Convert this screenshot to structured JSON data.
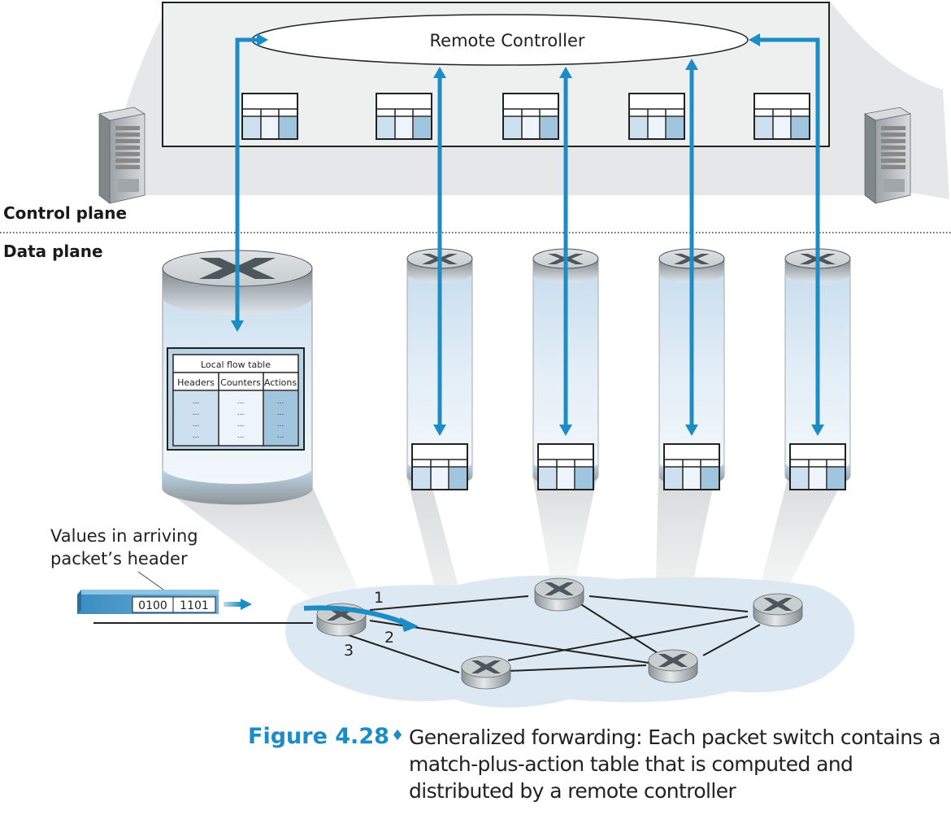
{
  "control_plane": {
    "label": "Control plane",
    "controller_label": "Remote Controller"
  },
  "data_plane": {
    "label": "Data plane",
    "local_flow_table": {
      "title": "Local flow table",
      "columns": [
        "Headers",
        "Counters",
        "Actions"
      ],
      "rows": [
        [
          "...",
          "...",
          "..."
        ],
        [
          "...",
          "...",
          "..."
        ],
        [
          "...",
          "...",
          "..."
        ],
        [
          "...",
          "...",
          "..."
        ]
      ]
    }
  },
  "packet": {
    "callout": "Values in arriving packet’s header",
    "callout_line1": "Values in arriving",
    "callout_line2": "packet’s header",
    "header_fields": [
      "0100",
      "1101"
    ]
  },
  "ports": [
    "1",
    "2",
    "3"
  ],
  "caption": {
    "figure": "Figure 4.28",
    "separator": "♦",
    "text": "Generalized forwarding: Each packet switch contains a match-plus-action table that is computed and distributed by a remote controller"
  },
  "colors": {
    "accent_blue": "#1d8bc4",
    "control_box_fill": "#eef0f0",
    "table_col1": "#cde0ef",
    "table_col2": "#eef4fb",
    "table_col3": "#9fc5df",
    "network_cloud": "#dde9f2",
    "router_gray": "#b8bec2"
  }
}
